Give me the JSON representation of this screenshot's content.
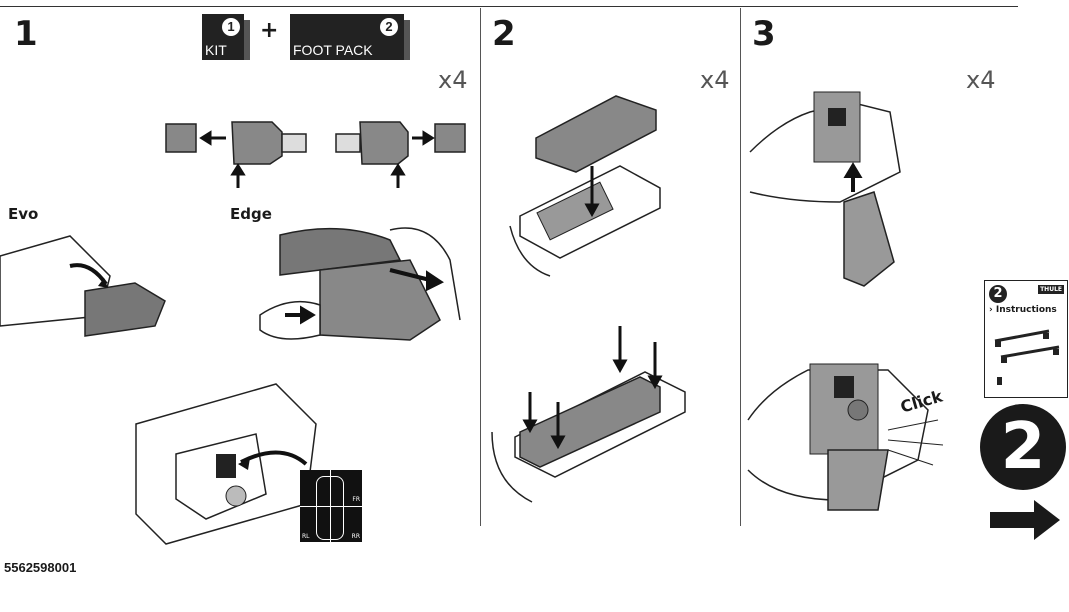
{
  "steps": {
    "one": {
      "number": "1",
      "multiplier": "x4",
      "kit_label": "KIT",
      "kit_number": "1",
      "plus": "+",
      "footpack_label": "FOOT PACK",
      "footpack_number": "2",
      "evo_label": "Evo",
      "edge_label": "Edge",
      "diagram_labels": {
        "fr": "FR",
        "rl": "RL",
        "rr": "RR"
      }
    },
    "two": {
      "number": "2",
      "multiplier": "x4"
    },
    "three": {
      "number": "3",
      "multiplier": "x4",
      "click_label": "Click"
    }
  },
  "next_booklet": {
    "number": "2",
    "title": "Instructions",
    "brand": "THULE",
    "big_number": "2"
  },
  "part_number": "5562598001",
  "colors": {
    "ink": "#1a1a1a",
    "grey": "#777777",
    "light": "#cfcfcf"
  }
}
